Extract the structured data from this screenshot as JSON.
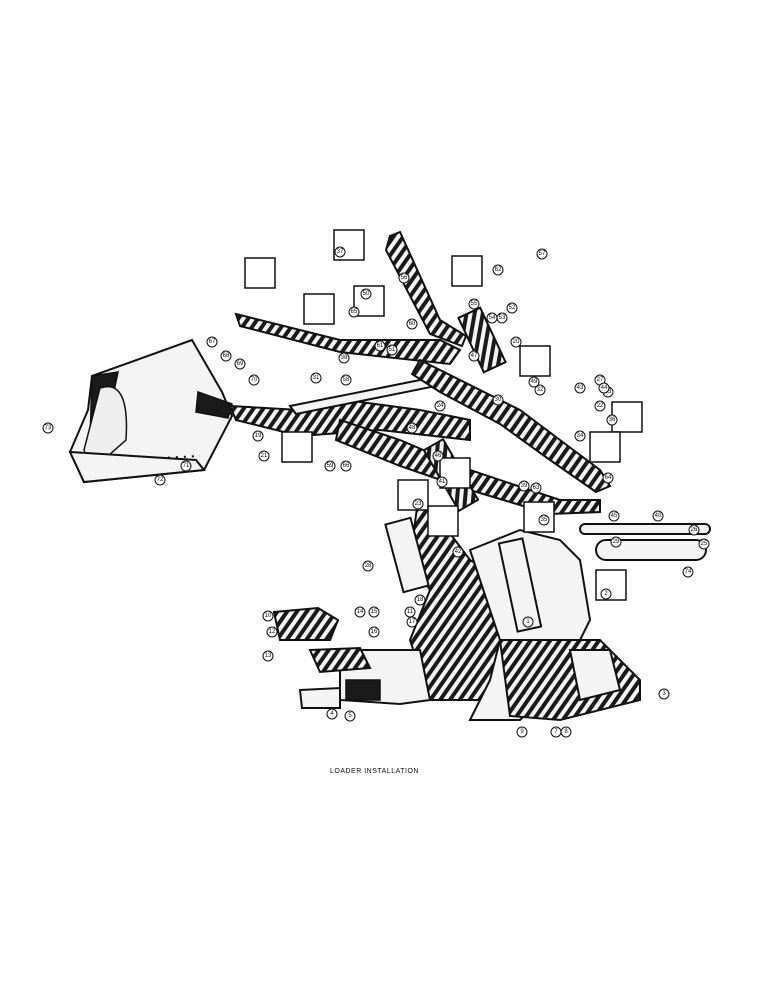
{
  "caption": "LOADER INSTALLATION",
  "callouts": [
    "1",
    "2",
    "3",
    "4",
    "5",
    "7",
    "8",
    "9",
    "10",
    "11",
    "12",
    "13",
    "14",
    "15",
    "16",
    "17",
    "18",
    "19",
    "20",
    "21",
    "22",
    "23",
    "24",
    "25",
    "26",
    "27",
    "28",
    "29",
    "30",
    "31",
    "32",
    "33",
    "34",
    "35",
    "36",
    "37",
    "38",
    "39",
    "40",
    "41",
    "42",
    "43",
    "44",
    "45",
    "46",
    "47",
    "48",
    "49",
    "50",
    "51",
    "52",
    "53",
    "54",
    "55",
    "56",
    "57",
    "58",
    "59",
    "60",
    "61",
    "62",
    "63",
    "64",
    "65",
    "66",
    "67",
    "68",
    "69",
    "70",
    "71",
    "72",
    "73",
    "74"
  ]
}
